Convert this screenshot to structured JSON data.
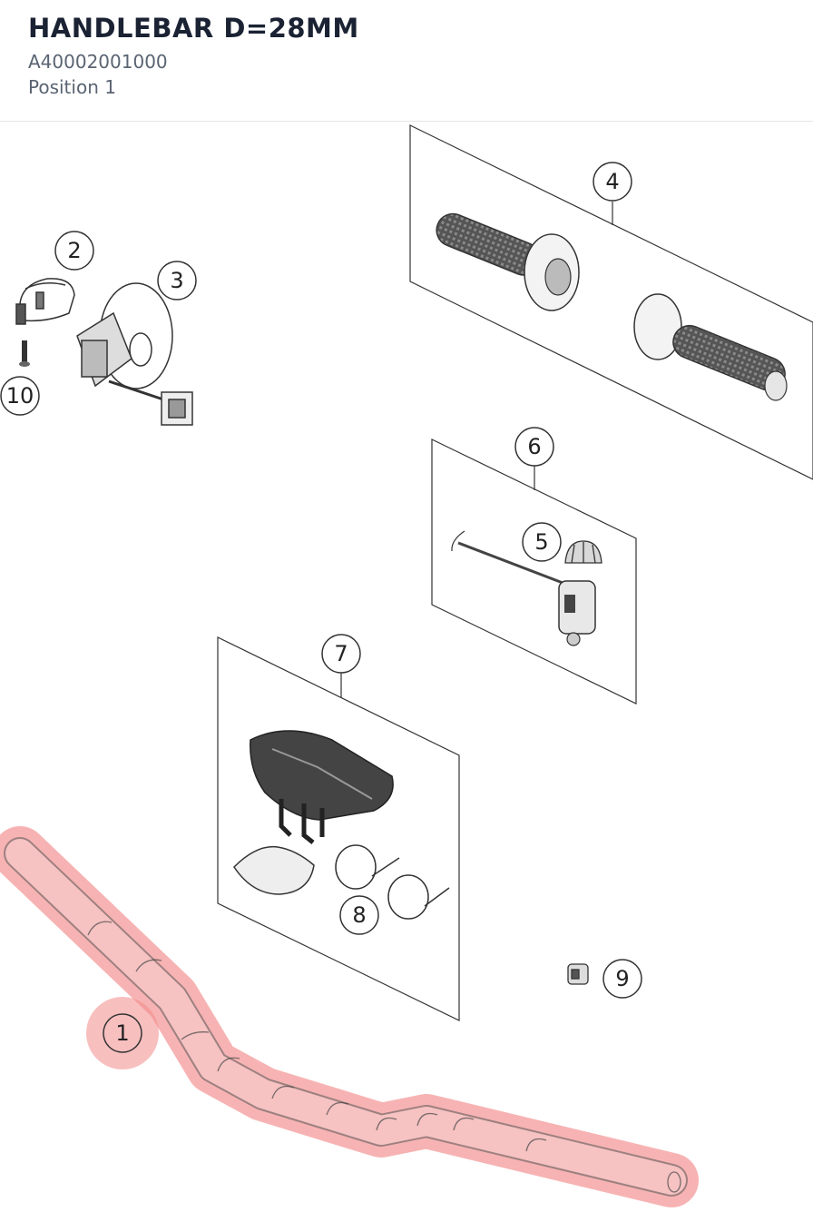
{
  "header": {
    "title": "HANDLEBAR D=28MM",
    "part_number": "A40002001000",
    "position": "Position 1"
  },
  "diagram": {
    "highlight_color": "#f28b8b",
    "callouts": [
      {
        "id": "1",
        "label": "1",
        "highlighted": true
      },
      {
        "id": "2",
        "label": "2"
      },
      {
        "id": "3",
        "label": "3"
      },
      {
        "id": "4",
        "label": "4"
      },
      {
        "id": "5",
        "label": "5"
      },
      {
        "id": "6",
        "label": "6"
      },
      {
        "id": "7",
        "label": "7"
      },
      {
        "id": "8",
        "label": "8"
      },
      {
        "id": "9",
        "label": "9"
      },
      {
        "id": "10",
        "label": "10"
      }
    ]
  }
}
